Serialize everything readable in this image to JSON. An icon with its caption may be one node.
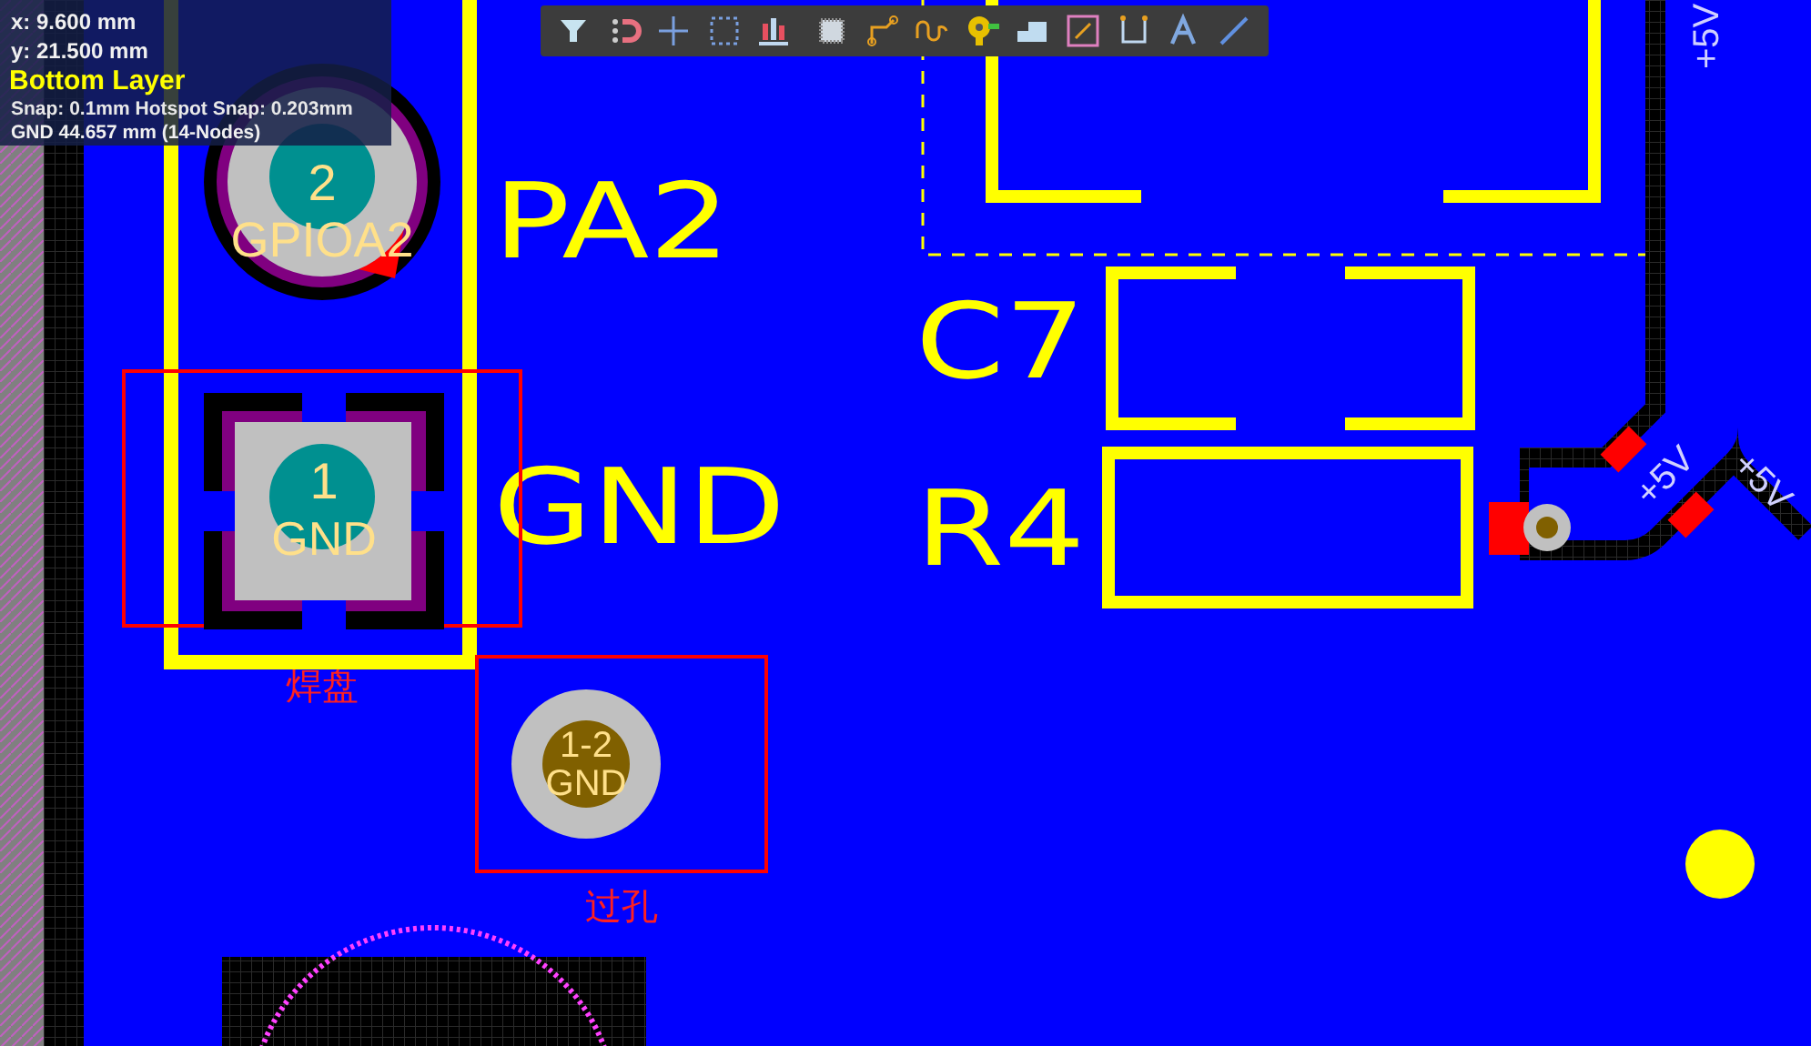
{
  "diagram": {
    "nodes": [
      {
        "text": [
          "焊盘"
        ]
      },
      {
        "text": [
          "1",
          "GND"
        ],
        "in": 0
      },
      {
        "text": [
          "过孔"
        ]
      },
      {
        "text": [
          "1-2",
          "GND"
        ],
        "in": 2
      },
      {
        "text": [
          "2",
          "GPIOA2"
        ]
      }
    ],
    "labels": [
      "x:  9.600  mm",
      "y: 21.500  mm",
      "Bottom Layer",
      "Snap: 0.1mm Hotspot Snap: 0.203mm",
      "GND  44.657 mm  (14-Nodes)",
      "+5V",
      "PA2",
      "C7",
      "GND",
      "R4",
      "+5V",
      "+5V"
    ]
  }
}
